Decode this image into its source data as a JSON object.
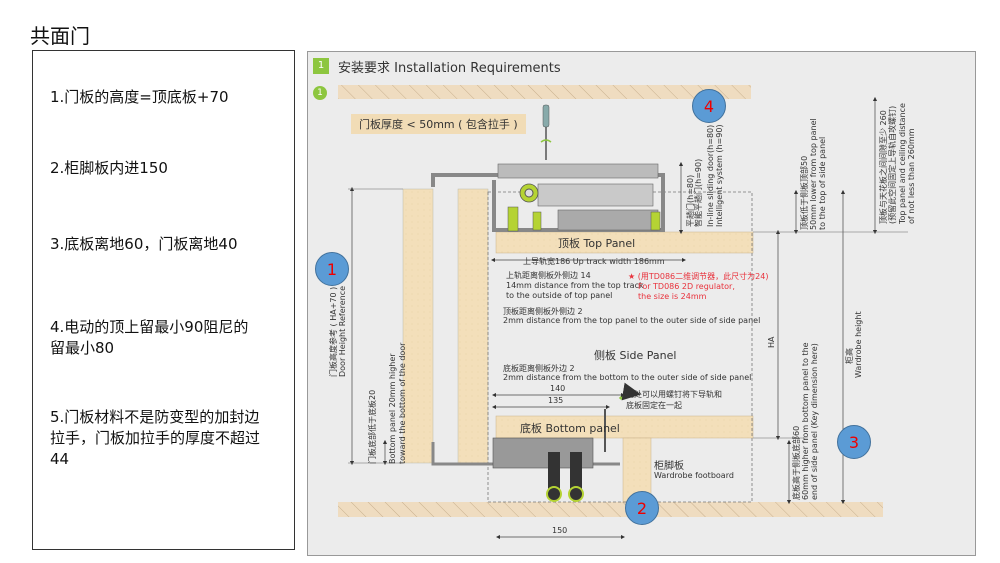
{
  "page": {
    "title": "共面门"
  },
  "notes": [
    {
      "text": "1.门板的高度=顶底板+70"
    },
    {
      "text": "2.柜脚板内进150"
    },
    {
      "text": "3.底板离地60，门板离地40"
    },
    {
      "text": "4.电动的顶上留最小90阻尼的留最小80"
    },
    {
      "text": "5.门板材料不是防变型的加封边拉手，门板加拉手的厚度不超过44"
    }
  ],
  "diagram": {
    "section_number": "1",
    "section_title": "安装要求 Installation Requirements",
    "step_number": "1",
    "door_thickness_tag": "门板厚度 < 50mm ( 包含拉手 )",
    "top_panel": "顶板 Top Panel",
    "side_panel": "侧板 Side Panel",
    "bottom_panel": "底板 Bottom panel",
    "footboard_cn": "柜脚板",
    "footboard_en": "Wardrobe footboard",
    "up_track": "上导轨宽186  Up track width 186mm",
    "track_dist_cn": "上轨距离侧板外侧边 14",
    "track_dist_en1": "14mm distance from the top track",
    "track_dist_en2": "to the outside of top panel",
    "regulator_cn": "★ (用TD086二维调节器，此尺寸为24)",
    "regulator_en1": "For TD086 2D regulator,",
    "regulator_en2": "the size is 24mm",
    "top_dist_cn": "顶板距离侧板外侧边 2",
    "top_dist_en": "2mm distance from the top panel to the outer side of side panel",
    "bottom_dist_cn": "底板距离侧板外边 2",
    "bottom_dist_en": "2mm distance from the bottom to the outer side of side panel",
    "dim_140": "140",
    "dim_135": "135",
    "dim_150": "150",
    "screw_note_1": "此处可以用螺钉将下导轨和",
    "screw_note_2": "底板固定在一起",
    "door_height_cn": "门板高度参考 ( HA+70 )",
    "door_height_en": "Door Height Reference",
    "bottom20_cn": "门板底部低于底板20",
    "bottom20_en1": "Bottom panel 20mm higher",
    "bottom20_en2": "toward the bottom of the door",
    "inline_cn1": "平趟门(h=80)",
    "inline_cn2": "智能平趟门(h=90)",
    "inline_en1": "In-line sliding door(h=80)",
    "inline_en2": "Intelligent system (h=90)",
    "top50_cn": "顶板低于侧板顶部50",
    "top50_en1": "50mm lower from top panel",
    "top50_en2": "to the top of side panel",
    "ceiling_cn1": "顶板与天花板之间间隙至少 260",
    "ceiling_cn2": "(预留此空间固定上导轨自攻螺钉)",
    "ceiling_en1": "Top panel and ceiling distance",
    "ceiling_en2": "of not less than 260mm",
    "ha_label": "HA",
    "wardrobe_cn": "柜高",
    "wardrobe_en": "Wardrobe height",
    "bottom60_cn": "底板高于侧板底部60",
    "bottom60_en1": "60mm higher from bottom panel to the",
    "bottom60_en2": "end of side panel (Key dimension here)",
    "markers": [
      "1",
      "2",
      "3",
      "4"
    ]
  }
}
